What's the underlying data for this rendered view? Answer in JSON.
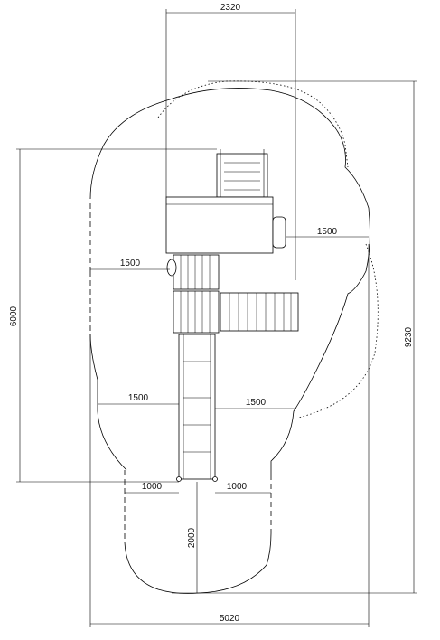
{
  "dimensions": {
    "top_width": "2320",
    "overall_length": "9230",
    "side_height": "6000",
    "overall_width": "5020",
    "right_clearance": "1500",
    "left_clearance": "1500",
    "lower_left_clearance": "1500",
    "lower_right_clearance": "1500",
    "slide_left_offset": "1000",
    "slide_right_offset": "1000",
    "slide_runout": "2000"
  },
  "colors": {
    "line": "#000000",
    "background": "#ffffff"
  }
}
